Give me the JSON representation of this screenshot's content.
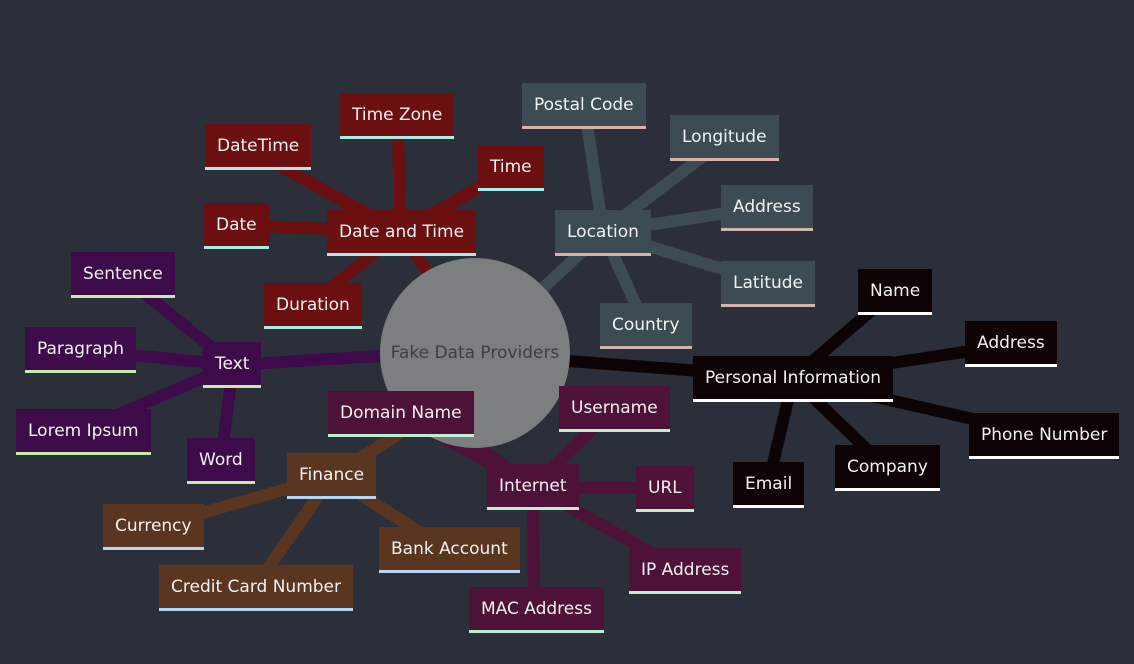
{
  "center": "Fake Data Providers",
  "branches": {
    "date_time": {
      "label": "Date and Time",
      "children": [
        "Time Zone",
        "DateTime",
        "Time",
        "Date",
        "Duration"
      ]
    },
    "location": {
      "label": "Location",
      "children": [
        "Postal Code",
        "Longitude",
        "Address",
        "Latitude",
        "Country"
      ]
    },
    "text": {
      "label": "Text",
      "children": [
        "Sentence",
        "Paragraph",
        "Lorem Ipsum",
        "Word"
      ]
    },
    "personal": {
      "label": "Personal Information",
      "children": [
        "Name",
        "Address",
        "Phone Number",
        "Company",
        "Email"
      ]
    },
    "internet": {
      "label": "Internet",
      "children": [
        "Domain Name",
        "Username",
        "URL",
        "IP Address",
        "MAC Address"
      ]
    },
    "finance": {
      "label": "Finance",
      "children": [
        "Currency",
        "Credit Card Number",
        "Bank Account"
      ]
    }
  },
  "colors": {
    "date_time": "#6b0f10",
    "location": "#3d4c52",
    "text": "#3e0b4a",
    "personal": "#0e0304",
    "internet": "#4e1239",
    "finance": "#5a3621",
    "background": "#2a2f3a",
    "center": "#7b7f7f"
  }
}
